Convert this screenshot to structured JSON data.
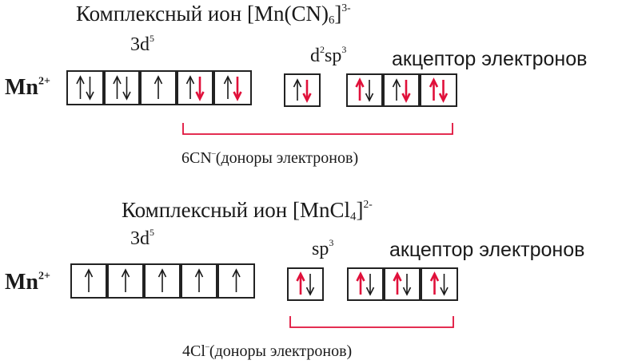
{
  "colors": {
    "black_electron": "#1a1a1a",
    "red_electron": "#e0103a",
    "bracket": "#e0103a",
    "box_border": "#222222"
  },
  "panels": [
    {
      "title_main": "Комплексный ион [Mn(CN)",
      "title_sub": "6",
      "title_end": "]",
      "title_charge": "3-",
      "ion": "Mn",
      "ion_charge": "2+",
      "d_label": "3d",
      "d_label_sup": "5",
      "hyb_label": "d",
      "hyb_sup1": "2",
      "hyb_mid": "sp",
      "hyb_sup2": "3",
      "acceptor": "акцептор электронов",
      "donor_main": "6CN",
      "donor_sup": "–",
      "donor_rest": "(доноры электронов)",
      "d_cells": [
        {
          "up": "black",
          "down": "black"
        },
        {
          "up": "black",
          "down": "black"
        },
        {
          "up": "black",
          "down": null
        },
        {
          "up": "black",
          "down": "red"
        },
        {
          "up": "black",
          "down": "red"
        }
      ],
      "s_cell": {
        "up": "black",
        "down": "red"
      },
      "p_cells": [
        {
          "up": "red",
          "down": "black"
        },
        {
          "up": "black",
          "down": "red"
        },
        {
          "up": "red",
          "down": "red"
        }
      ]
    },
    {
      "title_main": "Комплексный ион [MnCl",
      "title_sub": "4",
      "title_end": "]",
      "title_charge": "2-",
      "ion": "Mn",
      "ion_charge": "2+",
      "d_label": "3d",
      "d_label_sup": "5",
      "hyb_label": "",
      "hyb_sup1": "",
      "hyb_mid": "sp",
      "hyb_sup2": "3",
      "acceptor": "акцептор электронов",
      "donor_main": "4Cl",
      "donor_sup": "–",
      "donor_rest": "(доноры электронов)",
      "d_cells": [
        {
          "up": "black",
          "down": null
        },
        {
          "up": "black",
          "down": null
        },
        {
          "up": "black",
          "down": null
        },
        {
          "up": "black",
          "down": null
        },
        {
          "up": "black",
          "down": null
        }
      ],
      "s_cell": {
        "up": "red",
        "down": "black"
      },
      "p_cells": [
        {
          "up": "red",
          "down": "black"
        },
        {
          "up": "red",
          "down": "black"
        },
        {
          "up": "red",
          "down": "black"
        }
      ]
    }
  ]
}
